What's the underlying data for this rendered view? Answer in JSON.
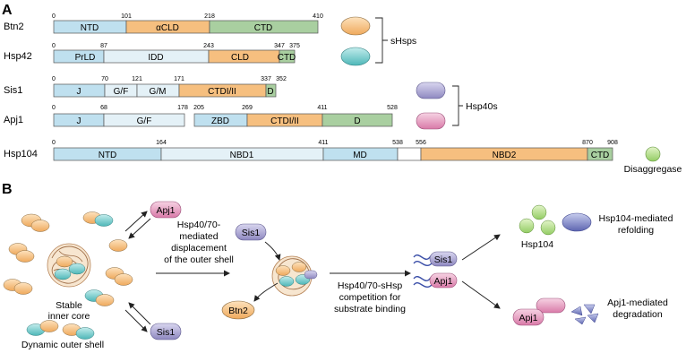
{
  "panel_a": {
    "label": "A",
    "proteins": [
      {
        "name": "Btn2",
        "domains": [
          "NTD",
          "αCLD",
          "CTD"
        ],
        "ticks": [
          "0",
          "101",
          "218",
          "410"
        ]
      },
      {
        "name": "Hsp42",
        "domains": [
          "PrLD",
          "IDD",
          "CLD",
          "CTD"
        ],
        "ticks": [
          "0",
          "87",
          "243",
          "347",
          "375"
        ]
      },
      {
        "name": "Sis1",
        "domains": [
          "J",
          "G/F",
          "G/M",
          "CTDI/II",
          "D"
        ],
        "ticks": [
          "0",
          "70",
          "121",
          "171",
          "337",
          "352"
        ]
      },
      {
        "name": "Apj1",
        "domains": [
          "J",
          "G/F",
          "ZBD",
          "CTDI/II",
          "D"
        ],
        "ticks": [
          "0",
          "68",
          "178",
          "205",
          "269",
          "411",
          "528"
        ]
      },
      {
        "name": "Hsp104",
        "domains": [
          "NTD",
          "NBD1",
          "MD",
          "NBD2",
          "CTD"
        ],
        "ticks": [
          "0",
          "164",
          "411",
          "538",
          "556",
          "870",
          "908"
        ]
      }
    ],
    "groups": {
      "shsps": "sHsps",
      "hsp40s": "Hsp40s",
      "disaggregase": "Disaggregase"
    }
  },
  "panel_b": {
    "label": "B",
    "apj1": "Apj1",
    "sis1": "Sis1",
    "btn2": "Btn2",
    "hsp104": "Hsp104",
    "step1": [
      "Hsp40/70-",
      "mediated",
      "displacement",
      "of the outer shell"
    ],
    "step2": [
      "Hsp40/70-sHsp",
      "competition for",
      "substrate binding"
    ],
    "core": [
      "Stable",
      "inner core"
    ],
    "shell": "Dynamic outer shell",
    "refold": [
      "Hsp104-mediated",
      "refolding"
    ],
    "degrade": [
      "Apj1-mediated",
      "degradation"
    ]
  },
  "colors": {
    "ntd_blue": "#bfe0ef",
    "pale": "#e4f1f7",
    "orange": "#f6bf7f",
    "green": "#a9cfa0",
    "teal": "#72c8c8",
    "purple": "#a8a3cf",
    "pink": "#e7a3c3",
    "lightgreen": "#b7df8c",
    "navy": "#7a82c4"
  }
}
